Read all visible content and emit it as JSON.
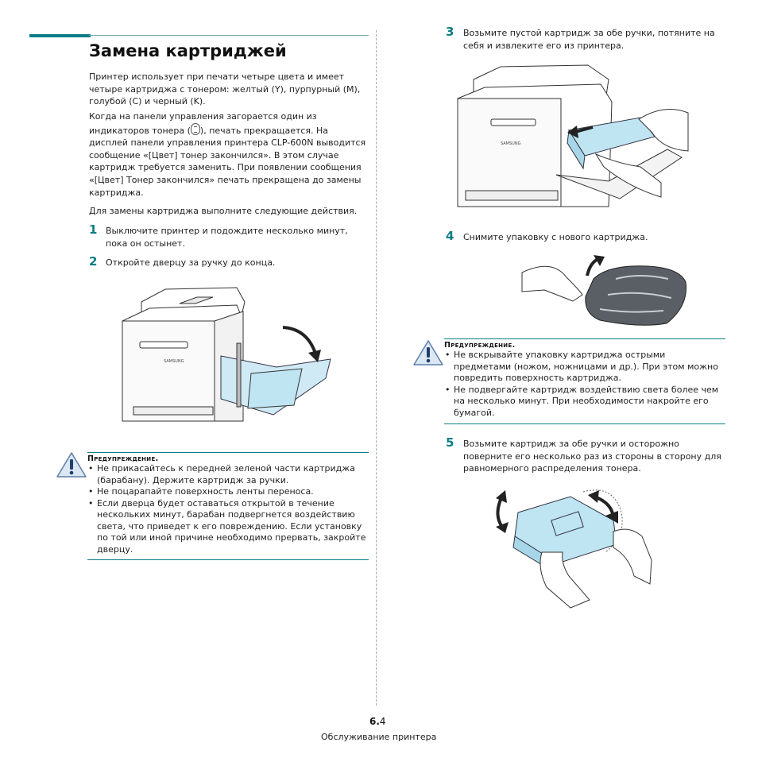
{
  "title": "Замена картриджей",
  "intro": {
    "p1": "Принтер использует при печати четыре цвета и имеет четыре картриджа с тонером: желтый (Y), пурпурный (M), голубой (C) и черный (K).",
    "p2_a": "Когда на панели управления загорается один из индикаторов тонера (",
    "p2_b": "), печать прекращается. На дисплей панели управления принтера CLP-600N выводится сообщение «[Цвет] тонер закончился». В этом случае картридж требуется заменить. При появлении сообщения «[Цвет] Тонер закончился» печать прекращена до замены картриджа.",
    "p3": "Для замены картриджа выполните следующие действия."
  },
  "steps": [
    {
      "num": "1",
      "text": "Выключите принтер и подождите несколько минут, пока он остынет."
    },
    {
      "num": "2",
      "text": "Откройте дверцу за ручку до конца."
    },
    {
      "num": "3",
      "text": "Возьмите пустой картридж за обе ручки, потяните на себя и извлеките его из принтера."
    },
    {
      "num": "4",
      "text": "Снимите упаковку с нового картриджа."
    },
    {
      "num": "5",
      "text": "Возьмите картридж за обе ручки и осторожно поверните его несколько раз из стороны в сторону для равномерного распределения тонера."
    }
  ],
  "warning1": {
    "title": "Предупреждение",
    "items": [
      "Не прикасайтесь к передней зеленой части картриджа (барабану). Держите картридж за ручки.",
      "Не поцарапайте поверхность ленты переноса.",
      "Если дверца будет оставаться открытой в течение нескольких минут, барабан подвергнется воздействию света, что приведет к его повреждению. Если установку по той или иной причине необходимо прервать, закройте дверцу."
    ]
  },
  "warning2": {
    "title": "Предупреждение",
    "items": [
      "Не вскрывайте упаковку картриджа острыми предметами (ножом, ножницами и др.). При этом можно повредить поверхность картриджа.",
      "Не подвергайте картридж воздействию света более чем на несколько минут. При необходимости накройте его бумагой."
    ]
  },
  "printer_brand": "SAMSUNG",
  "footer": {
    "chapter": "6.",
    "page": "4",
    "section": "Обслуживание принтера"
  },
  "colors": {
    "accent": "#0a7d86",
    "cartridge": "#bfe4f2"
  }
}
